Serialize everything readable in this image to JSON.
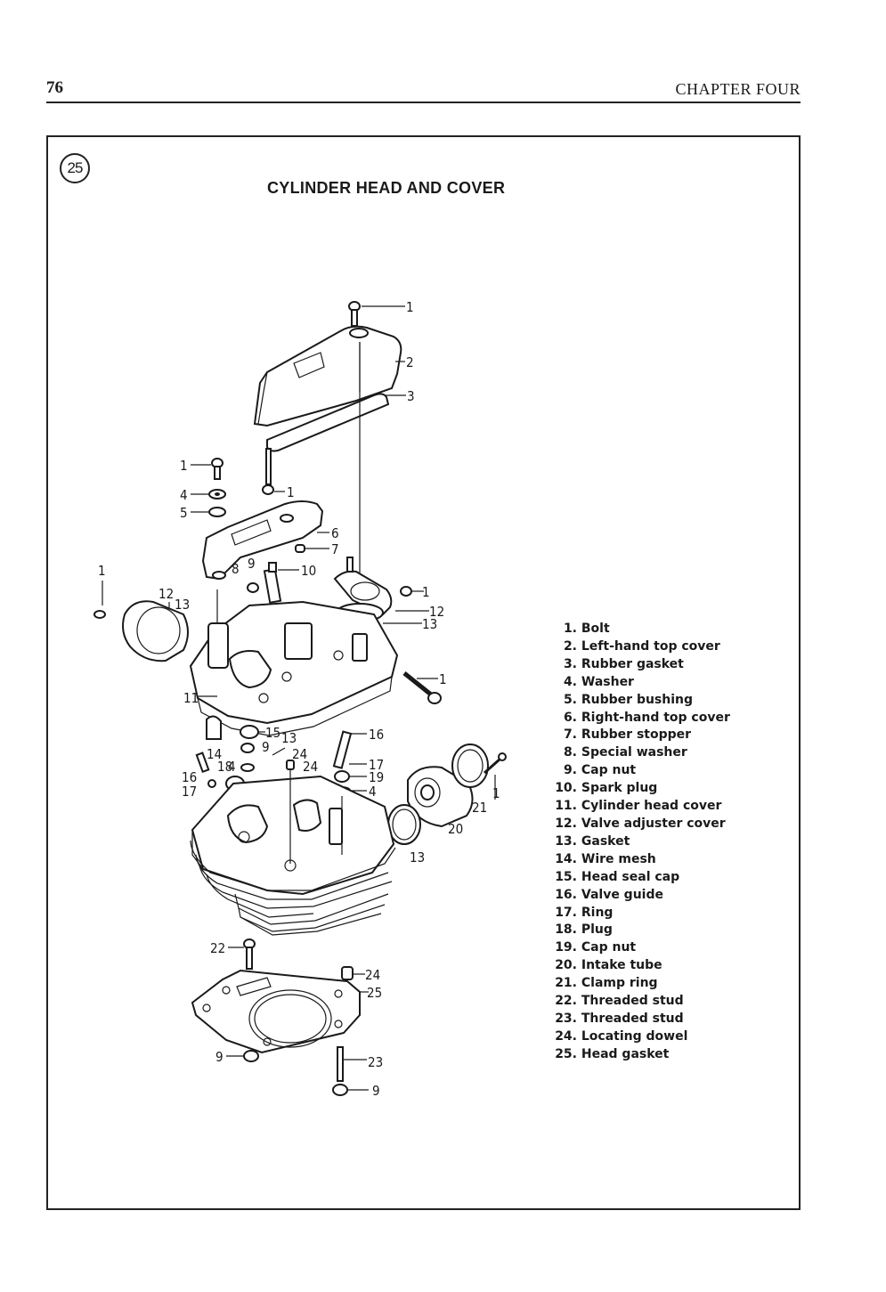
{
  "header": {
    "page_number": "76",
    "chapter": "CHAPTER FOUR"
  },
  "figure": {
    "number": "25",
    "title": "CYLINDER HEAD AND COVER"
  },
  "callouts": {
    "bolt_top": "1",
    "cover_lh": "2",
    "gasket_top": "3",
    "bolt_left": "1",
    "washer": "4",
    "bushing": "5",
    "cover_rh": "6",
    "stopper": "7",
    "bolt_mid": "1",
    "special_washer": "8",
    "cap_nut_9": "9",
    "spark_plug": "10",
    "bolt_far_left": "1",
    "adj_cover_left": "12",
    "gasket_left": "13",
    "bolt_right": "1",
    "adj_cover_right": "12",
    "gasket_right": "13",
    "bolt_long": "1",
    "head_cover": "11",
    "wire_mesh": "14",
    "seal_cap": "15",
    "gasket_mid": "13",
    "cap_nut_mid": "9",
    "dowel_a": "24",
    "dowel_b": "24",
    "valve_guide_r": "16",
    "ring_r": "17",
    "cap_nut_19": "19",
    "washer_r": "4",
    "valve_guide_l": "16",
    "ring_l": "17",
    "plug": "18",
    "washer_l": "4",
    "intake": "20",
    "clamp": "21",
    "bolt_clamp": "1",
    "gasket_intake": "13",
    "stud_22": "22",
    "dowel_c": "24",
    "head_gasket": "25",
    "cap_nut_low": "9",
    "stud_23": "23",
    "cap_nut_bottom": "9"
  },
  "legend": [
    {
      "num": "1.",
      "label": "Bolt"
    },
    {
      "num": "2.",
      "label": "Left-hand top cover"
    },
    {
      "num": "3.",
      "label": "Rubber gasket"
    },
    {
      "num": "4.",
      "label": "Washer"
    },
    {
      "num": "5.",
      "label": "Rubber bushing"
    },
    {
      "num": "6.",
      "label": "Right-hand top cover"
    },
    {
      "num": "7.",
      "label": "Rubber stopper"
    },
    {
      "num": "8.",
      "label": "Special washer"
    },
    {
      "num": "9.",
      "label": "Cap nut"
    },
    {
      "num": "10.",
      "label": "Spark plug"
    },
    {
      "num": "11.",
      "label": "Cylinder head cover"
    },
    {
      "num": "12.",
      "label": "Valve adjuster cover"
    },
    {
      "num": "13.",
      "label": "Gasket"
    },
    {
      "num": "14.",
      "label": "Wire mesh"
    },
    {
      "num": "15.",
      "label": "Head seal cap"
    },
    {
      "num": "16.",
      "label": "Valve guide"
    },
    {
      "num": "17.",
      "label": "Ring"
    },
    {
      "num": "18.",
      "label": "Plug"
    },
    {
      "num": "19.",
      "label": "Cap nut"
    },
    {
      "num": "20.",
      "label": "Intake tube"
    },
    {
      "num": "21.",
      "label": "Clamp ring"
    },
    {
      "num": "22.",
      "label": "Threaded stud"
    },
    {
      "num": "23.",
      "label": "Threaded stud"
    },
    {
      "num": "24.",
      "label": "Locating dowel"
    },
    {
      "num": "25.",
      "label": "Head gasket"
    }
  ]
}
